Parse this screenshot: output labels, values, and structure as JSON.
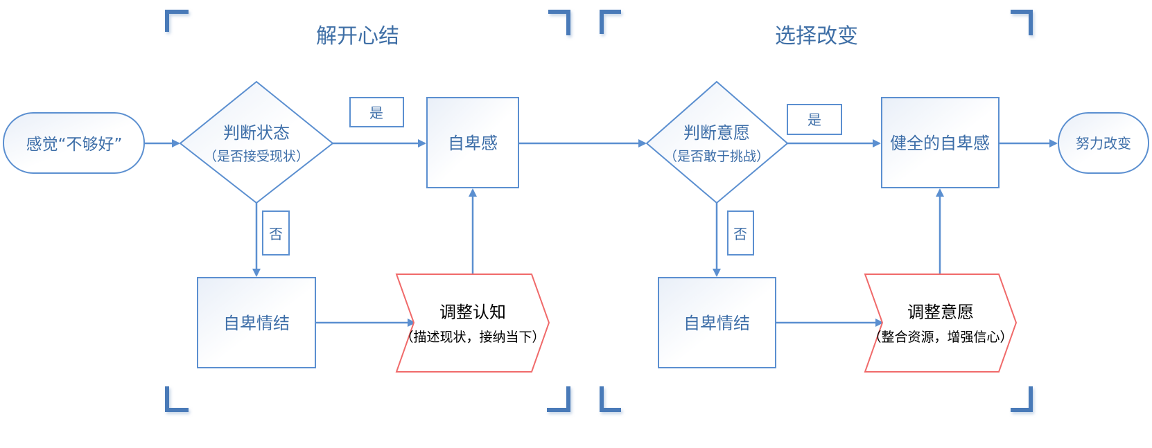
{
  "sections": {
    "left_title": "解开心结",
    "right_title": "选择改变"
  },
  "nodes": {
    "start": "感觉“不够好”",
    "judge_state": {
      "line1": "判断状态",
      "line2": "（是否接受现状）"
    },
    "inferiority_1": "自卑感",
    "complex_1": "自卑情结",
    "adjust_cognition": {
      "line1": "调整认知",
      "line2": "（描述现状，接纳当下）"
    },
    "judge_will": {
      "line1": "判断意愿",
      "line2": "（是否敢于挑战）"
    },
    "healthy_inferiority": "健全的自卑感",
    "complex_2": "自卑情结",
    "adjust_will": {
      "line1": "调整意愿",
      "line2": "（整合资源，增强信心）"
    },
    "end": "努力改变"
  },
  "labels": {
    "yes_1": "是",
    "no_1": "否",
    "yes_2": "是",
    "no_2": "否"
  },
  "colors": {
    "stroke": "#5b8fd0",
    "arrow": "#5b8fd0",
    "bracket": "#4a7ab8",
    "chevron_stroke": "#f06a6a",
    "text": "#3d6ea8"
  }
}
